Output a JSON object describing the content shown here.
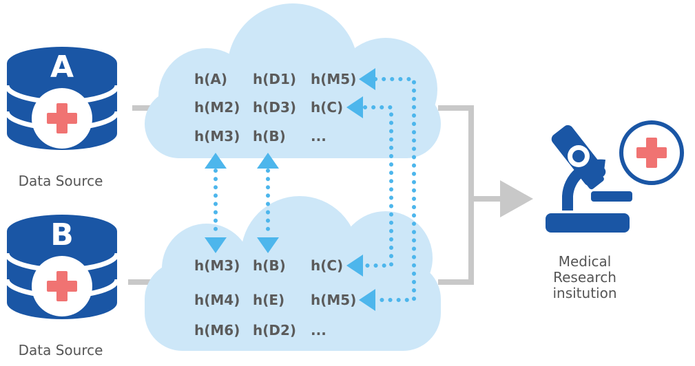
{
  "colors": {
    "navy": "#1a56a5",
    "cross": "#f07372",
    "cloud": "#cde7f8",
    "arrow": "#4db6ec",
    "connector": "#c8c8c8",
    "text": "#5b5b5b"
  },
  "source_a": {
    "letter": "A",
    "label": "Data Source",
    "icon": "database-icon"
  },
  "source_b": {
    "letter": "B",
    "label": "Data Source",
    "icon": "database-icon"
  },
  "cloud_a": {
    "rows": [
      [
        "h(A)",
        "h(D1)",
        "h(M5)"
      ],
      [
        "h(M2)",
        "h(D3)",
        "h(C)"
      ],
      [
        "h(M3)",
        "h(B)",
        "..."
      ]
    ]
  },
  "cloud_b": {
    "rows": [
      [
        "h(M3)",
        "h(B)",
        "h(C)"
      ],
      [
        "h(M4)",
        "h(E)",
        "h(M5)"
      ],
      [
        "h(M6)",
        "h(D2)",
        "..."
      ]
    ]
  },
  "institution": {
    "label_lines": [
      "Medical",
      "Research",
      "insitution"
    ],
    "icon": "microscope-icon",
    "badge_icon": "medical-cross-icon"
  }
}
